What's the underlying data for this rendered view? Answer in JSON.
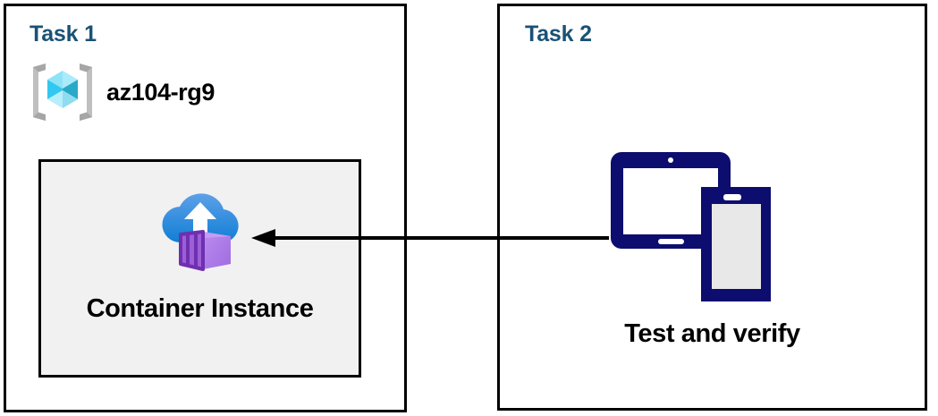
{
  "diagram": {
    "title": "Azure Container Instance task diagram",
    "colors": {
      "task_label": "#1a5276",
      "panel_border": "#000000",
      "aci_box_fill": "#f1f1f1",
      "device_navy": "#0d0d70",
      "cloud_blue_light": "#5ea0e8",
      "cloud_blue_dark": "#0f7fd4",
      "container_purple_light": "#b07ce8",
      "container_purple_dark": "#7b3fb5",
      "rg_cube_cyan": "#32c8f0",
      "rg_bracket_gray": "#a6a6a6",
      "arrow": "#000000"
    }
  },
  "task1": {
    "label": "Task 1",
    "resource_group": {
      "icon": "azure-resource-group-icon",
      "name": "az104-rg9"
    },
    "container_instance": {
      "icon": "azure-container-instance-icon",
      "caption": "Container Instance"
    }
  },
  "task2": {
    "label": "Task 2",
    "devices": {
      "icon": "tablet-and-phone-icon",
      "caption": "Test and verify"
    }
  },
  "connector": {
    "icon": "left-arrow-icon",
    "direction": "right-to-left",
    "from": "Test and verify",
    "to": "Container Instance"
  }
}
